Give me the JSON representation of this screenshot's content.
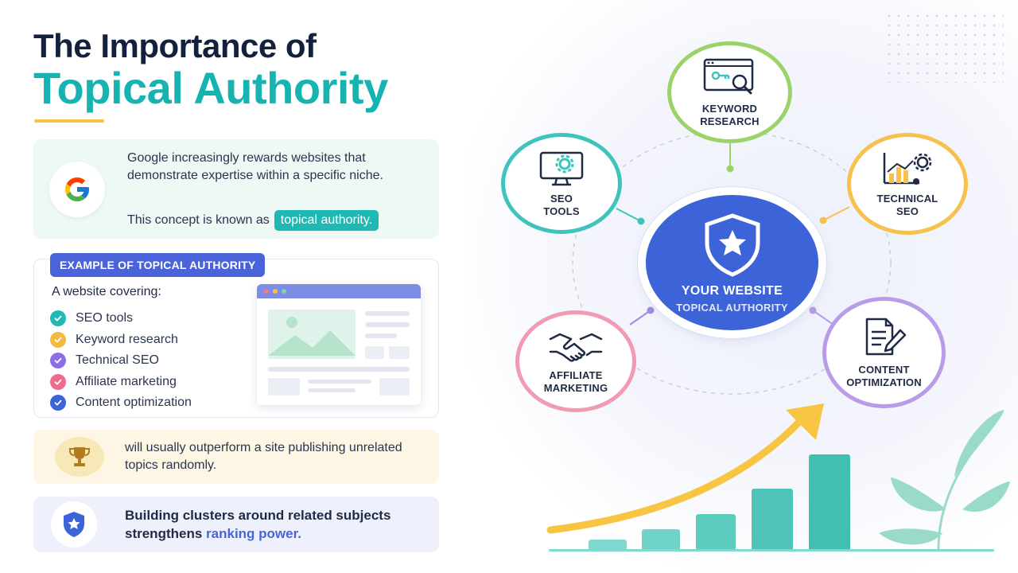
{
  "header": {
    "title_line1": "The Importance of",
    "title_line2": "Topical Authority"
  },
  "intro": {
    "text": "Google increasingly rewards websites that demonstrate expertise within a specific niche.",
    "concept_prefix": "This concept is known as",
    "concept_highlight": "topical authority."
  },
  "example": {
    "badge": "EXAMPLE OF TOPICAL AUTHORITY",
    "heading": "A website covering:",
    "items": [
      {
        "label": "SEO tools",
        "color": "#1fb8b2"
      },
      {
        "label": "Keyword research",
        "color": "#f5b942"
      },
      {
        "label": "Technical SEO",
        "color": "#8e6ee6"
      },
      {
        "label": "Affiliate marketing",
        "color": "#ee6b8d"
      },
      {
        "label": "Content optimization",
        "color": "#3d63d9"
      }
    ]
  },
  "outperform": {
    "text": "will usually outperform a site publishing unrelated topics randomly."
  },
  "build": {
    "text_prefix": "Building clusters around related subjects strengthens",
    "text_highlight": "ranking power."
  },
  "diagram": {
    "center_title": "YOUR WEBSITE",
    "center_subtitle": "TOPICAL AUTHORITY",
    "nodes": [
      {
        "id": "keyword",
        "line1": "KEYWORD",
        "line2": "RESEARCH",
        "color": "#9bd36a",
        "icon": "browser-key-search-icon"
      },
      {
        "id": "seo-tools",
        "line1": "SEO",
        "line2": "TOOLS",
        "color": "#3fc3bd",
        "icon": "monitor-gear-icon"
      },
      {
        "id": "technical",
        "line1": "TECHNICAL",
        "line2": "SEO",
        "color": "#f6c14d",
        "icon": "chart-gear-icon"
      },
      {
        "id": "affiliate",
        "line1": "AFFILIATE",
        "line2": "MARKETING",
        "color": "#f19ab4",
        "icon": "handshake-icon"
      },
      {
        "id": "content",
        "line1": "CONTENT",
        "line2": "OPTIMIZATION",
        "color": "#b89ce8",
        "icon": "document-pen-icon"
      }
    ]
  },
  "colors": {
    "teal": "#17b3b0",
    "navy": "#14213d",
    "blue": "#3d63d9",
    "yellow": "#f5c542"
  }
}
